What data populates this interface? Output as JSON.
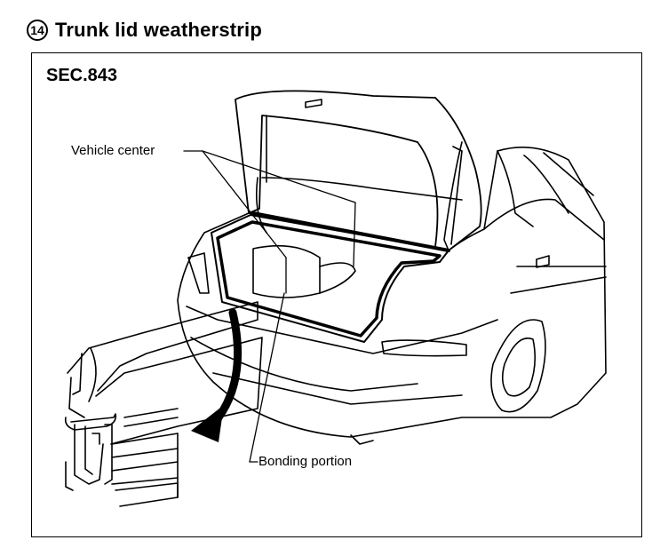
{
  "header": {
    "number": "14",
    "title": "Trunk lid weatherstrip"
  },
  "figure": {
    "section_code": "SEC.843",
    "callouts": {
      "vehicle_center": "Vehicle center",
      "bonding_portion": "Bonding portion"
    }
  }
}
